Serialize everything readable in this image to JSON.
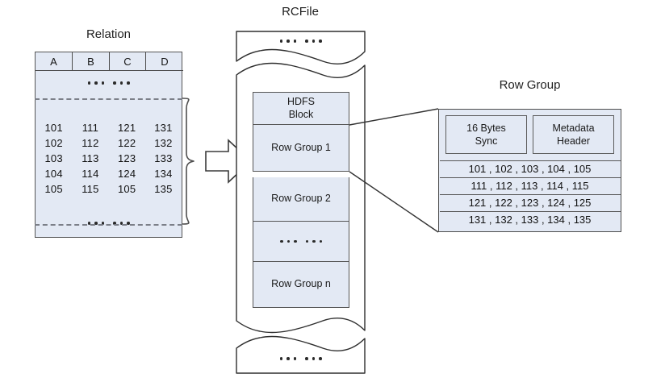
{
  "diagram": {
    "relation": {
      "title": "Relation",
      "columns": [
        "A",
        "B",
        "C",
        "D"
      ],
      "ellipsis_top": "… …",
      "ellipsis_bottom": "… …",
      "rows": [
        [
          "101",
          "111",
          "121",
          "131"
        ],
        [
          "102",
          "112",
          "122",
          "132"
        ],
        [
          "103",
          "113",
          "123",
          "133"
        ],
        [
          "104",
          "114",
          "124",
          "134"
        ],
        [
          "105",
          "115",
          "105",
          "135"
        ]
      ]
    },
    "rcfile": {
      "title": "RCFile",
      "ellipsis_top": "… …",
      "ellipsis_bottom": "… …",
      "blocks": [
        {
          "label": "HDFS\nBlock",
          "line1": "HDFS",
          "line2": "Block"
        },
        {
          "label": "Row Group 1"
        },
        {
          "label": "Row Group 2"
        },
        {
          "label": "… …"
        },
        {
          "label": "Row Group n"
        }
      ]
    },
    "rowgroup": {
      "title": "Row Group",
      "sync": {
        "line1": "16 Bytes",
        "line2": "Sync"
      },
      "metadata": {
        "line1": "Metadata",
        "line2": "Header"
      },
      "data_rows": [
        "101 , 102 , 103 , 104 , 105",
        "111 , 112 , 113 , 114 , 115",
        "121 , 122 , 123 , 124 , 125",
        "131 , 132 , 133 , 134 , 135"
      ]
    },
    "colors": {
      "fill": "#e3e9f4",
      "stroke": "#555555",
      "dash": "#7b7f88",
      "text": "#1a1a1a",
      "background": "#ffffff"
    }
  }
}
